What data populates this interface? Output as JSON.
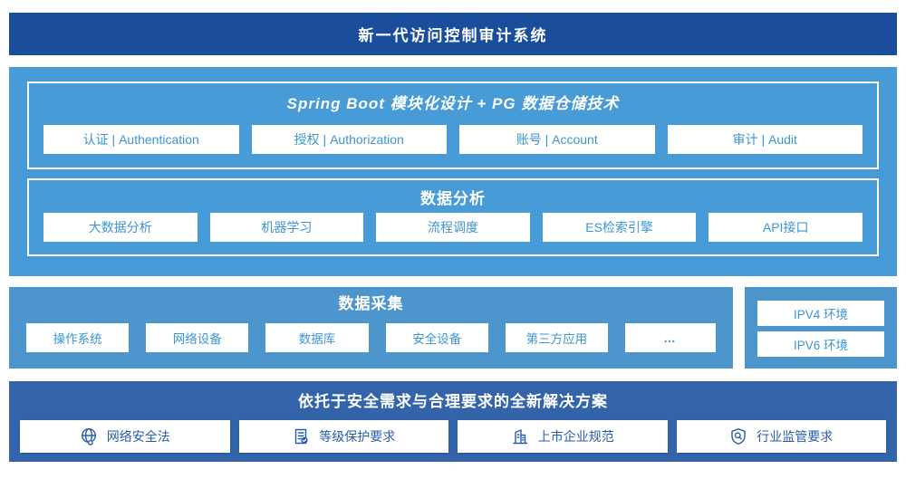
{
  "colors": {
    "banner_bg": "#1a4e9d",
    "platform_bg": "#479bd6",
    "collection_bg": "#4d95cd",
    "solution_bg": "#3364a9",
    "box_text_light_blue": "#3e95d1",
    "box_text_dark_blue": "#2a5ca8"
  },
  "banner": {
    "title": "新一代访问控制审计系统"
  },
  "platform": {
    "title": "Spring Boot 模块化设计 + PG 数据仓储技术",
    "modules": [
      {
        "label": "认证 | Authentication"
      },
      {
        "label": "授权 | Authorization"
      },
      {
        "label": "账号 | Account"
      },
      {
        "label": "审计 | Audit"
      }
    ]
  },
  "analysis": {
    "title": "数据分析",
    "modules": [
      {
        "label": "大数据分析"
      },
      {
        "label": "机器学习"
      },
      {
        "label": "流程调度"
      },
      {
        "label": "ES检索引擎"
      },
      {
        "label": "API接口"
      }
    ]
  },
  "collection": {
    "title": "数据采集",
    "modules": [
      {
        "label": "操作系统"
      },
      {
        "label": "网络设备"
      },
      {
        "label": "数据库"
      },
      {
        "label": "安全设备"
      },
      {
        "label": "第三方应用"
      },
      {
        "label": "…"
      }
    ]
  },
  "environments": {
    "items": [
      {
        "label": "IPV4 环境"
      },
      {
        "label": "IPV6 环境"
      }
    ]
  },
  "solution": {
    "title": "依托于安全需求与合理要求的全新解决方案",
    "items": [
      {
        "label": "网络安全法",
        "icon": "globe-icon"
      },
      {
        "label": "等级保护要求",
        "icon": "document-check-icon"
      },
      {
        "label": "上市企业规范",
        "icon": "building-icon"
      },
      {
        "label": "行业监管要求",
        "icon": "shield-search-icon"
      }
    ]
  }
}
